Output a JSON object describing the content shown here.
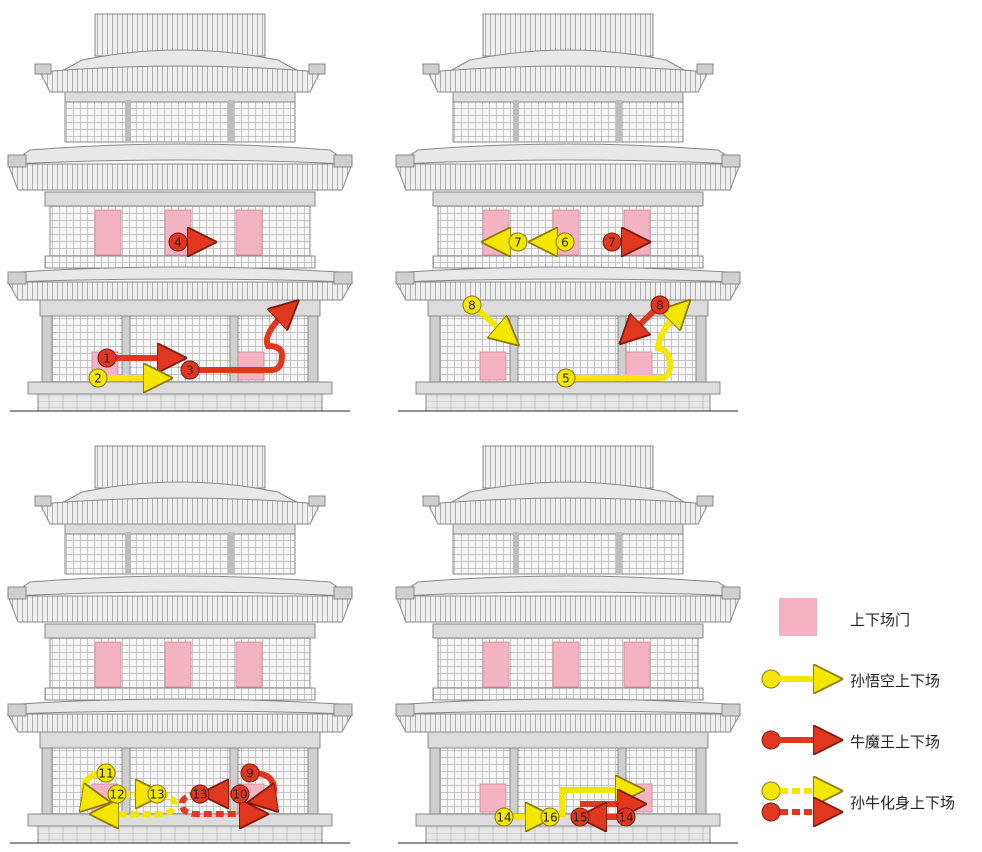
{
  "colors": {
    "door": "#f4b3c2",
    "sun": "#f5e600",
    "sun_stroke": "#8a7a00",
    "niu": "#e2371f",
    "niu_stroke": "#7a1a10",
    "building_fill": "#efefef",
    "building_line": "#8a8a8a"
  },
  "legend": {
    "door_label": "上下场门",
    "sun_label": "孙悟空上下场",
    "niu_label": "牛魔王上下场",
    "clone_label": "孙牛化身上下场"
  },
  "markers": {
    "p1_1": "1",
    "p1_2": "2",
    "p1_3": "3",
    "p1_4": "4",
    "p2_7a": "7",
    "p2_6": "6",
    "p2_7b": "7",
    "p2_8a": "8",
    "p2_8b": "8",
    "p2_5": "5",
    "p3_11": "11",
    "p3_12": "12",
    "p3_13a": "13",
    "p3_13b": "13",
    "p3_10": "10",
    "p3_9": "9",
    "p4_14a": "14",
    "p4_16": "16",
    "p4_15": "15",
    "p4_14b": "14"
  }
}
